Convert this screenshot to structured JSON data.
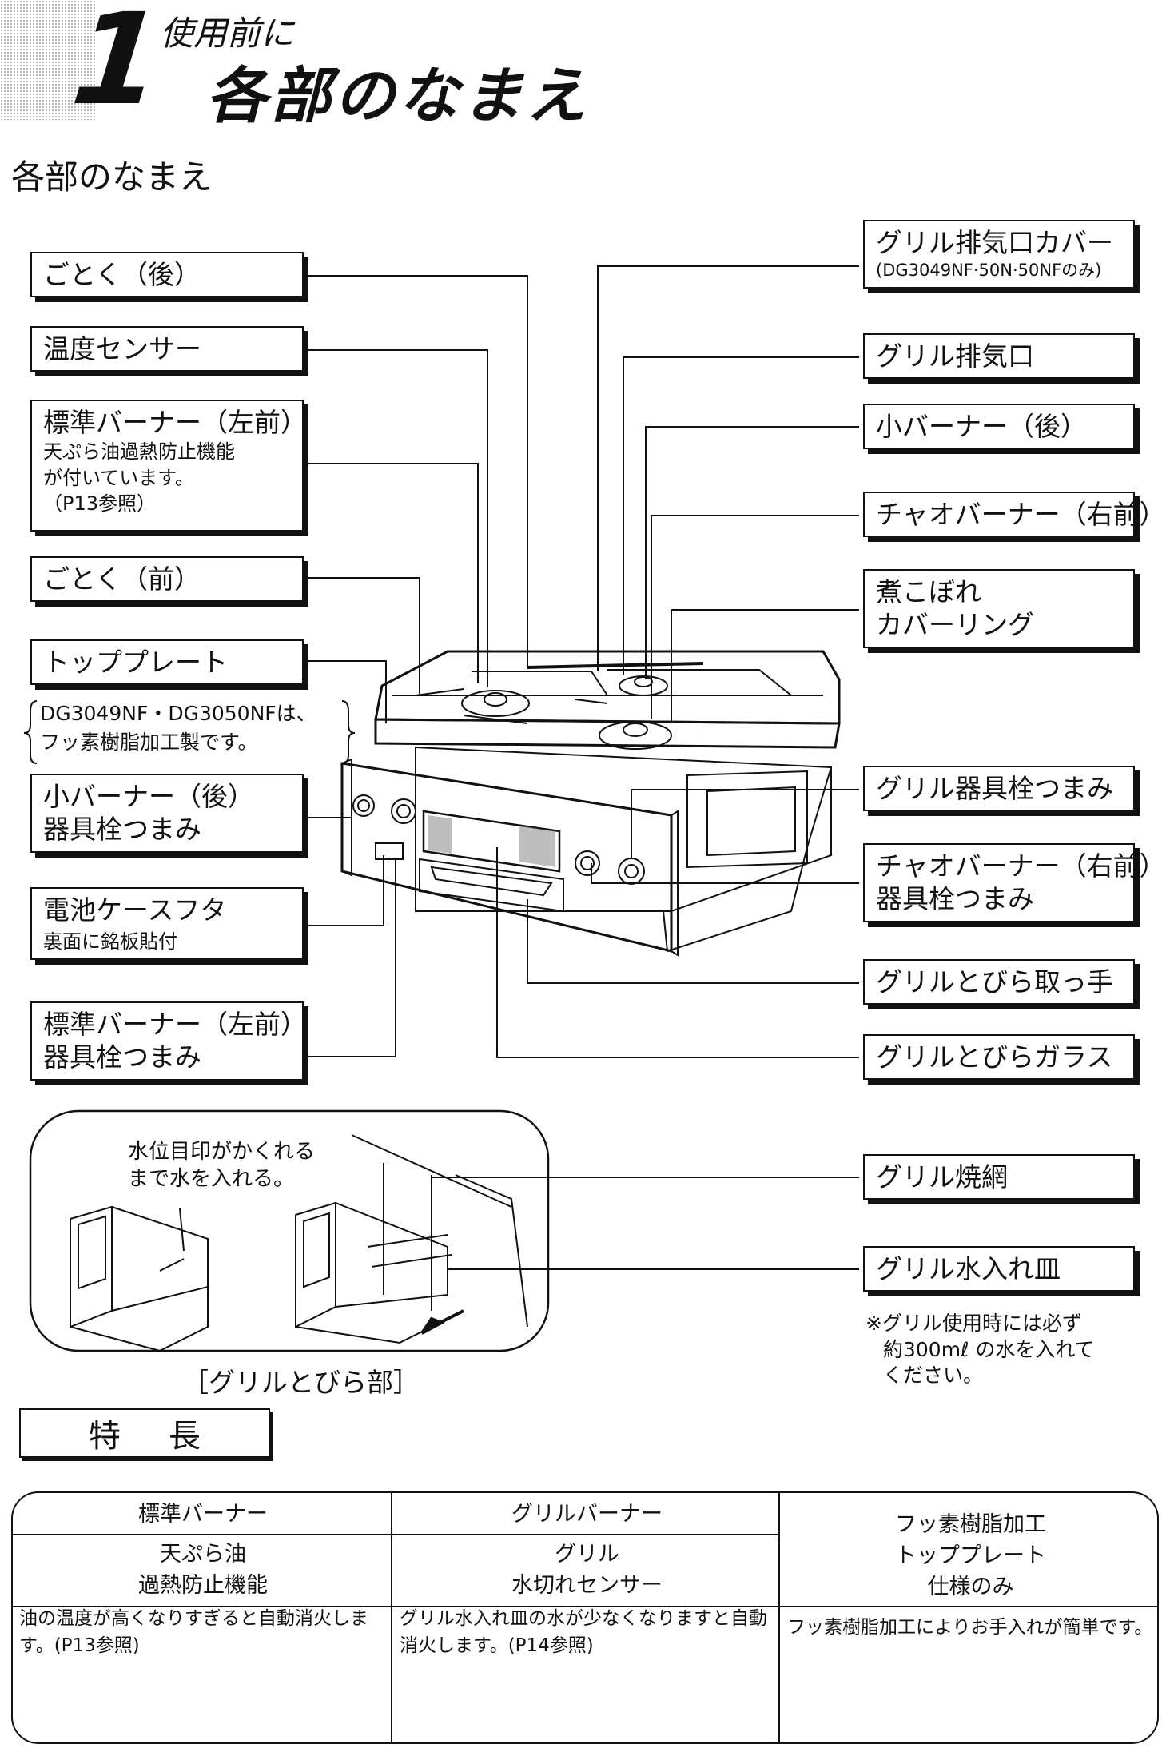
{
  "header": {
    "number": "1",
    "subtitle": "使用前に",
    "title": "各部のなまえ"
  },
  "section_title": "各部のなまえ",
  "labels": {
    "gotoku_back": "ごとく（後）",
    "temp_sensor": "温度センサー",
    "std_burner": "標準バーナー（左前）",
    "std_burner_note1": "天ぷら油過熱防止機能",
    "std_burner_note2": "が付いています。",
    "std_burner_note3": "（P13参照）",
    "gotoku_front": "ごとく（前）",
    "top_plate": "トッププレート",
    "top_plate_note1": "DG3049NF・DG3050NFは、",
    "top_plate_note2": "フッ素樹脂加工製です。",
    "small_knob_1": "小バーナー（後）",
    "small_knob_2": "器具栓つまみ",
    "battery": "電池ケースフタ",
    "battery_note": "裏面に銘板貼付",
    "std_knob_1": "標準バーナー（左前）",
    "std_knob_2": "器具栓つまみ",
    "grill_exhaust_cover": "グリル排気口カバー",
    "grill_exhaust_cover_note": "(DG3049NF·50N·50NFのみ)",
    "grill_exhaust": "グリル排気口",
    "small_burner_back": "小バーナー（後）",
    "chao_burner": "チャオバーナー（右前）",
    "spill_1": "煮こぼれ",
    "spill_2": "カバーリング",
    "grill_knob": "グリル器具栓つまみ",
    "chao_knob_1": "チャオバーナー（右前）",
    "chao_knob_2": "器具栓つまみ",
    "grill_handle": "グリルとびら取っ手",
    "grill_glass": "グリルとびらガラス",
    "grill_net": "グリル焼網",
    "grill_tray": "グリル水入れ皿",
    "grill_tray_note1": "※グリル使用時には必ず",
    "grill_tray_note2": "約300mℓ の水を入れて",
    "grill_tray_note3": "ください。"
  },
  "inset": {
    "water_note1": "水位目印がかくれる",
    "water_note2": "まで水を入れる。",
    "caption": "［グリルとびら部］"
  },
  "features": {
    "heading": "特長",
    "columns": [
      {
        "top": "標準バーナー",
        "mid1": "天ぷら油",
        "mid2": "過熱防止機能",
        "desc": "油の温度が高くなりすぎると自動消火します。(P13参照)"
      },
      {
        "top": "グリルバーナー",
        "mid1": "グリル",
        "mid2": "水切れセンサー",
        "desc": "グリル水入れ皿の水が少なくなりますと自動消火します。(P14参照)"
      },
      {
        "top": "フッ素樹脂加工",
        "mid1": "トッププレート",
        "mid2": "仕様のみ",
        "desc": "フッ素樹脂加工によりお手入れが簡単です。"
      }
    ]
  }
}
